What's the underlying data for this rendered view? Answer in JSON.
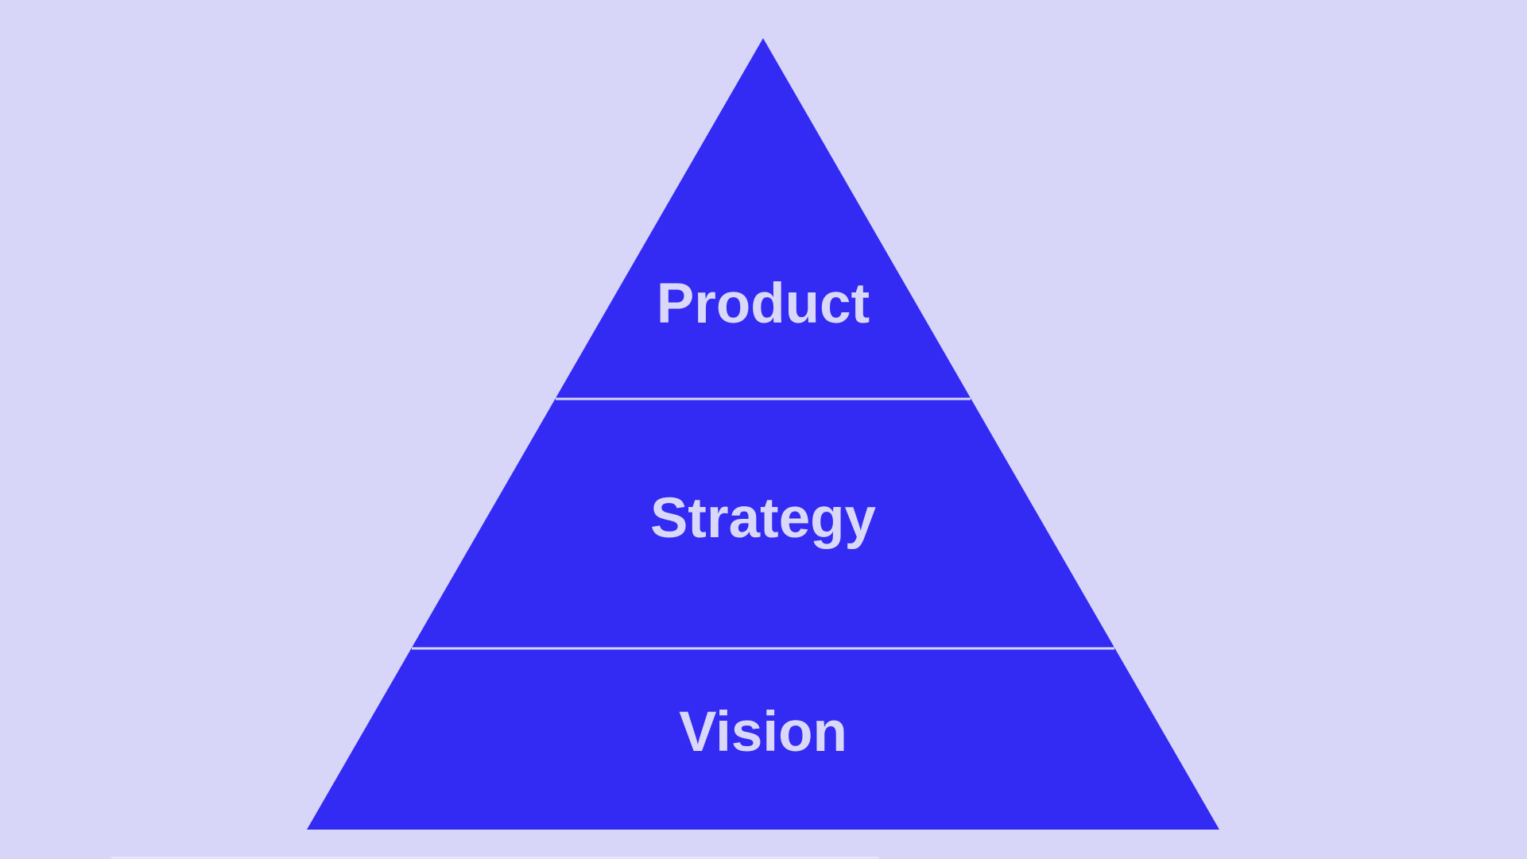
{
  "diagram": {
    "type": "pyramid",
    "levels": [
      {
        "label": "Product"
      },
      {
        "label": "Strategy"
      },
      {
        "label": "Vision"
      }
    ]
  },
  "colors": {
    "background": "#D7D6F9",
    "pyramid": "#332BF3",
    "divider": "#D7D6F9",
    "text": "#D9D8F8",
    "bottom_strip": "#E6E5F8"
  }
}
